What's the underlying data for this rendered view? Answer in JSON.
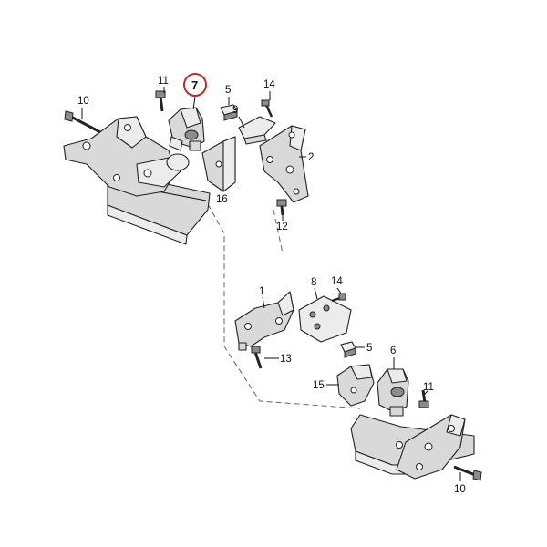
{
  "callouts": {
    "c7": "7",
    "c11a": "11",
    "c10a": "10",
    "c5a": "5",
    "c14a": "14",
    "c9": "9",
    "c2": "2",
    "c16": "16",
    "c12": "12",
    "c1": "1",
    "c8": "8",
    "c14b": "14",
    "c5b": "5",
    "c6": "6",
    "c13": "13",
    "c15": "15",
    "c11b": "11",
    "c10b": "10"
  },
  "highlight": {
    "callout": "7",
    "color": "#c0282d"
  }
}
